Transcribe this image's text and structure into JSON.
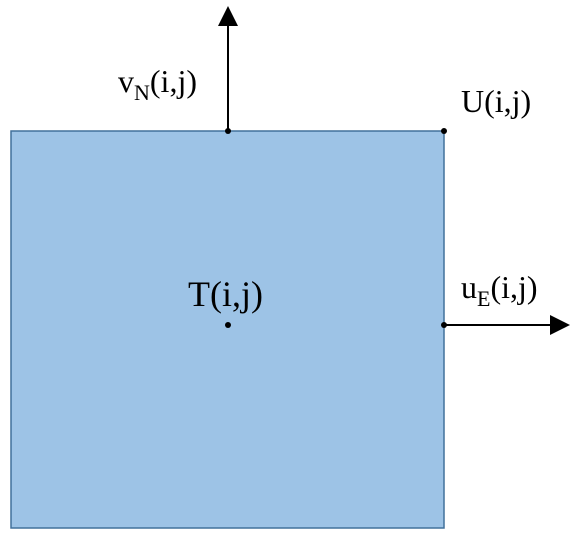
{
  "diagram": {
    "cell_fill": "#9DC3E6",
    "cell_stroke": "#41719C",
    "arrow_color": "#000000",
    "labels": {
      "v": {
        "base": "v",
        "sub": "N",
        "args": "(i,j)"
      },
      "u": {
        "base": "u",
        "sub": "E",
        "args": "(i,j)"
      },
      "U": {
        "text": "U(i,j)"
      },
      "T": {
        "text": "T(i,j)"
      }
    }
  }
}
